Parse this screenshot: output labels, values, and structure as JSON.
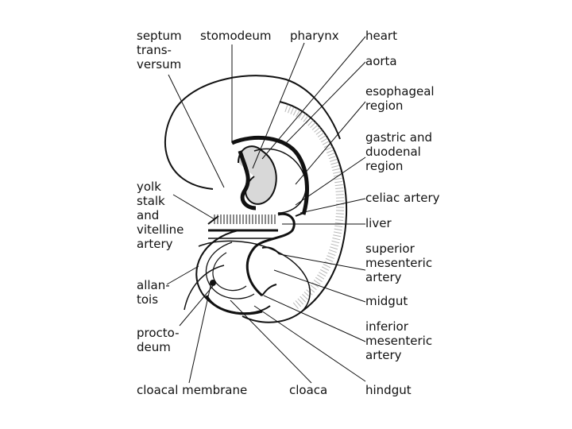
{
  "labels": {
    "septum_transversum": "septum\ntrans-\nversum",
    "stomodeum": "stomodeum",
    "pharynx": "pharynx",
    "heart": "heart",
    "aorta": "aorta",
    "esophageal_region": "esophageal\nregion",
    "gastric_duodenal_region": "gastric and\nduodenal\nregion",
    "celiac_artery": "celiac artery",
    "liver": "liver",
    "superior_mesenteric_artery": "superior\nmesenteric\nartery",
    "midgut": "midgut",
    "inferior_mesenteric_artery": "inferior\nmesenteric\nartery",
    "hindgut": "hindgut",
    "cloaca": "cloaca",
    "cloacal_membrane": "cloacal membrane",
    "yolk_stalk": "yolk\nstalk\nand\nvitelline\nartery",
    "allantois": "allan-\ntois",
    "proctodeum": "procto-\ndeum"
  }
}
